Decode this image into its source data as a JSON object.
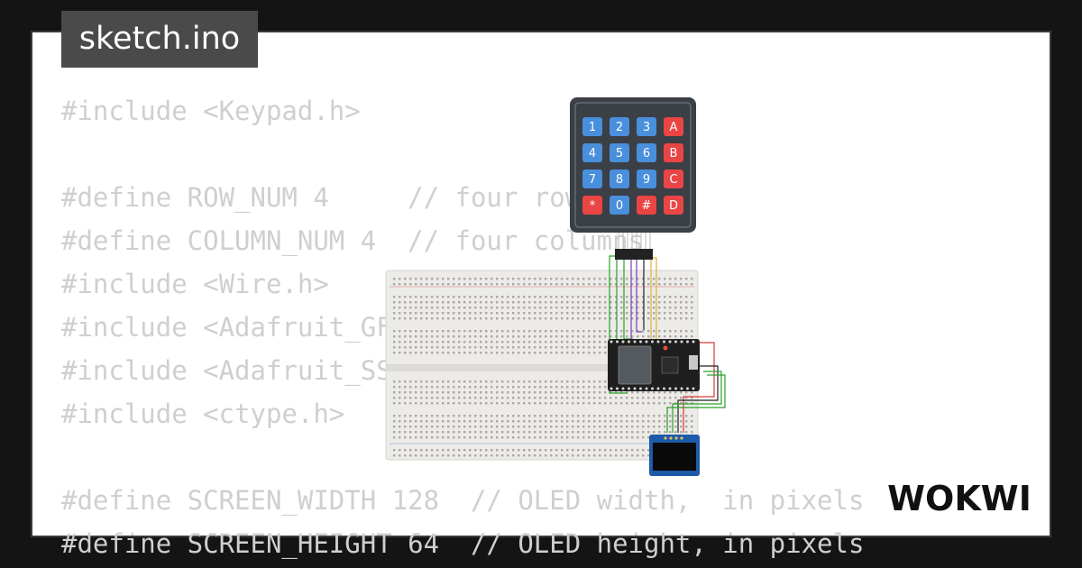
{
  "title": "sketch.ino",
  "code_lines": [
    "#include <Keypad.h>",
    "",
    "#define ROW_NUM 4     // four rows",
    "#define COLUMN_NUM 4  // four columns",
    "#include <Wire.h>",
    "#include <Adafruit_GFX.h>",
    "#include <Adafruit_SSD1306.h>",
    "#include <ctype.h>",
    "",
    "#define SCREEN_WIDTH 128  // OLED width,  in pixels",
    "#define SCREEN_HEIGHT 64  // OLED height, in pixels"
  ],
  "keypad": {
    "keys": [
      [
        "1",
        "2",
        "3",
        "A"
      ],
      [
        "4",
        "5",
        "6",
        "B"
      ],
      [
        "7",
        "8",
        "9",
        "C"
      ],
      [
        "*",
        "0",
        "#",
        "D"
      ]
    ]
  },
  "brand": "WOKWI",
  "colors": {
    "background": "#141414",
    "card": "#ffffff",
    "tab": "#4a4a4a",
    "code_text": "#cfcfcf",
    "key_blue": "#4a8fdc",
    "key_red": "#e94545",
    "keypad_body": "#3b3f46",
    "oled_blue": "#1d5aa8",
    "esp32_board": "#1f1f1f",
    "breadboard": "#ecebe8"
  }
}
